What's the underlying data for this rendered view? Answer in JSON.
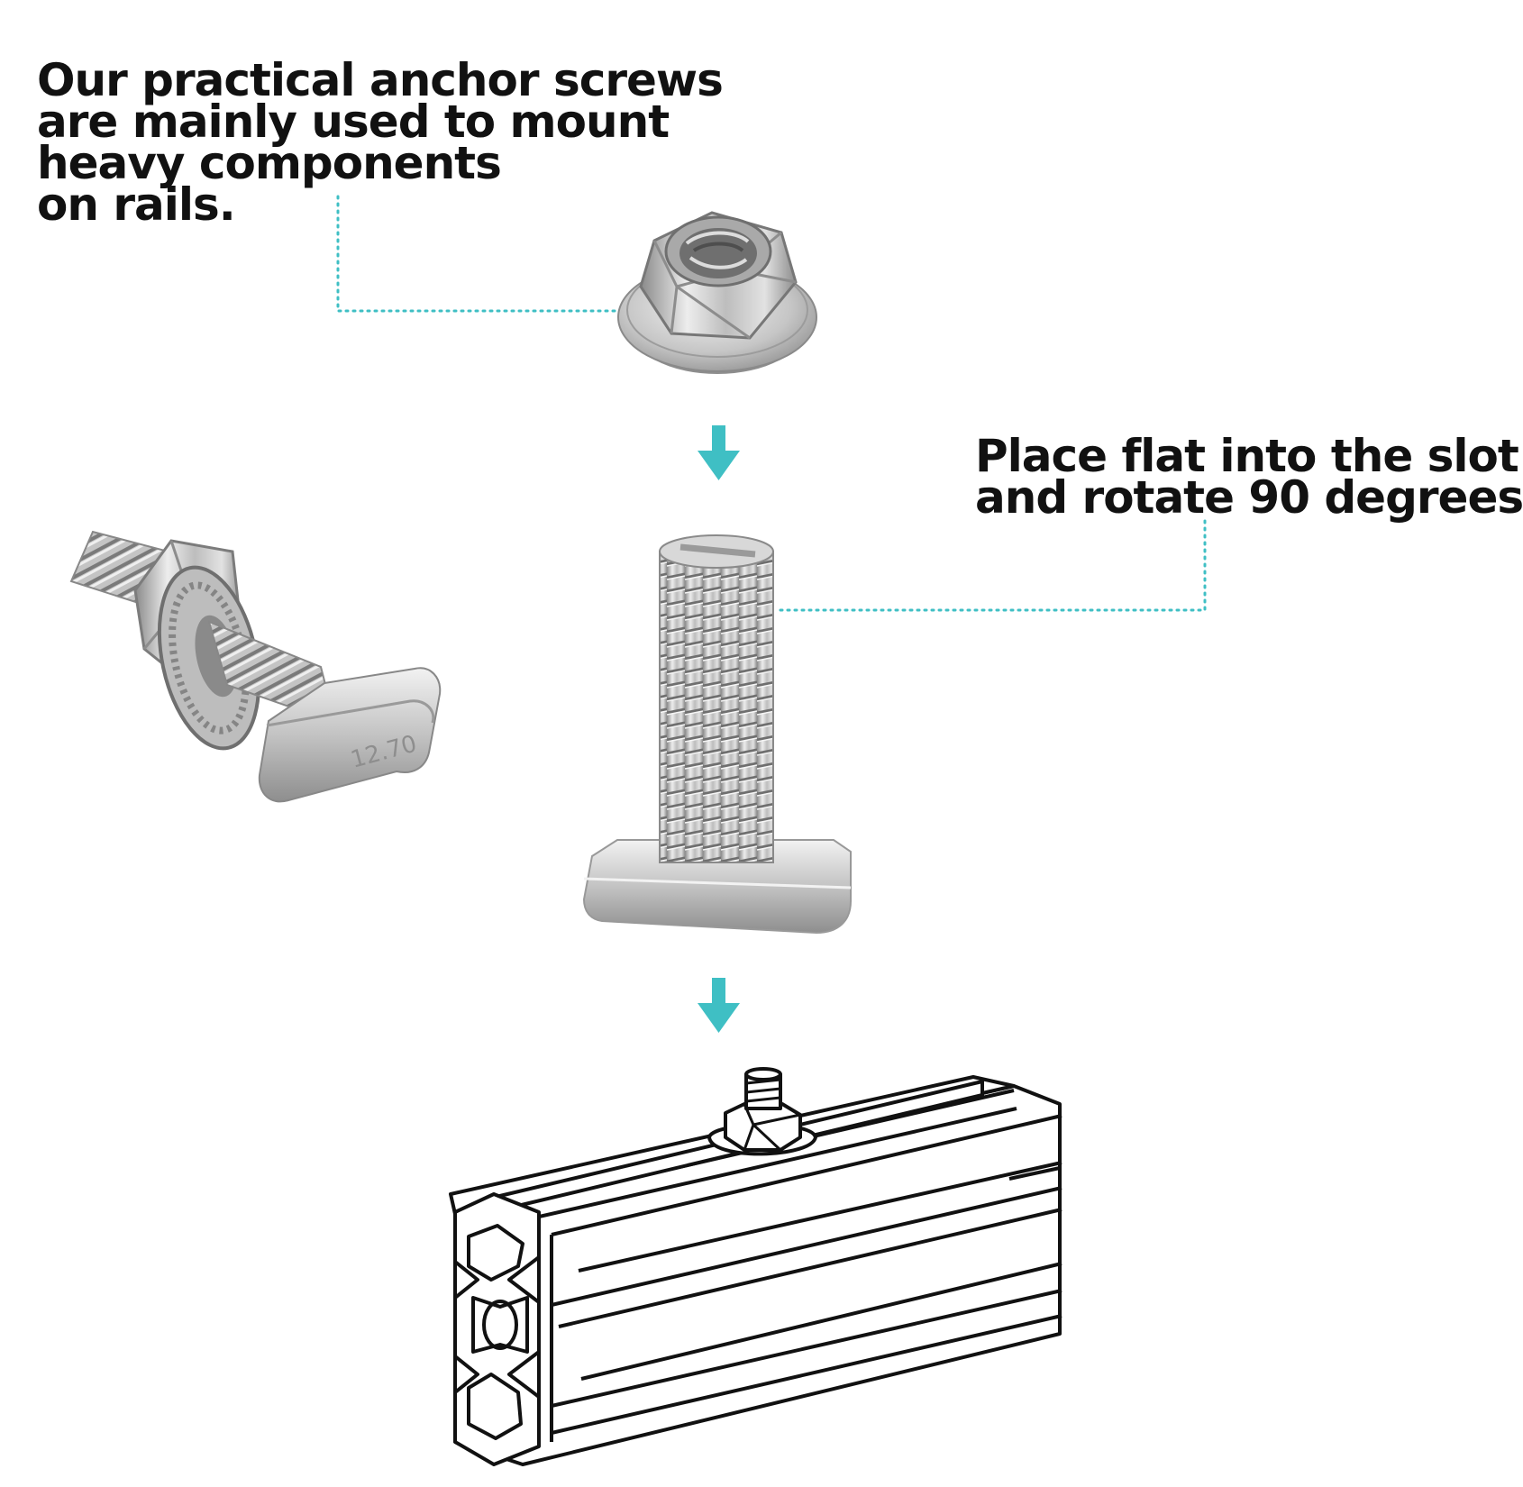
{
  "captions": {
    "left": {
      "lines": [
        "Our practical anchor screws",
        "are mainly used to mount",
        "heavy components",
        "on rails."
      ]
    },
    "right": {
      "lines": [
        "Place flat into the slot",
        "and rotate 90 degrees"
      ]
    }
  },
  "markings": {
    "t_bolt_head": "12.70"
  },
  "colors": {
    "accent": "#3fbfc4",
    "steel_light": "#e6e6e6",
    "steel_mid": "#b9b9b9",
    "steel_dark": "#7c7c7c",
    "outline": "#111111"
  },
  "icons": [
    "arrow-down-icon",
    "flange-nut-icon",
    "t-bolt-icon",
    "assembled-t-bolt-icon",
    "aluminum-rail-icon"
  ]
}
